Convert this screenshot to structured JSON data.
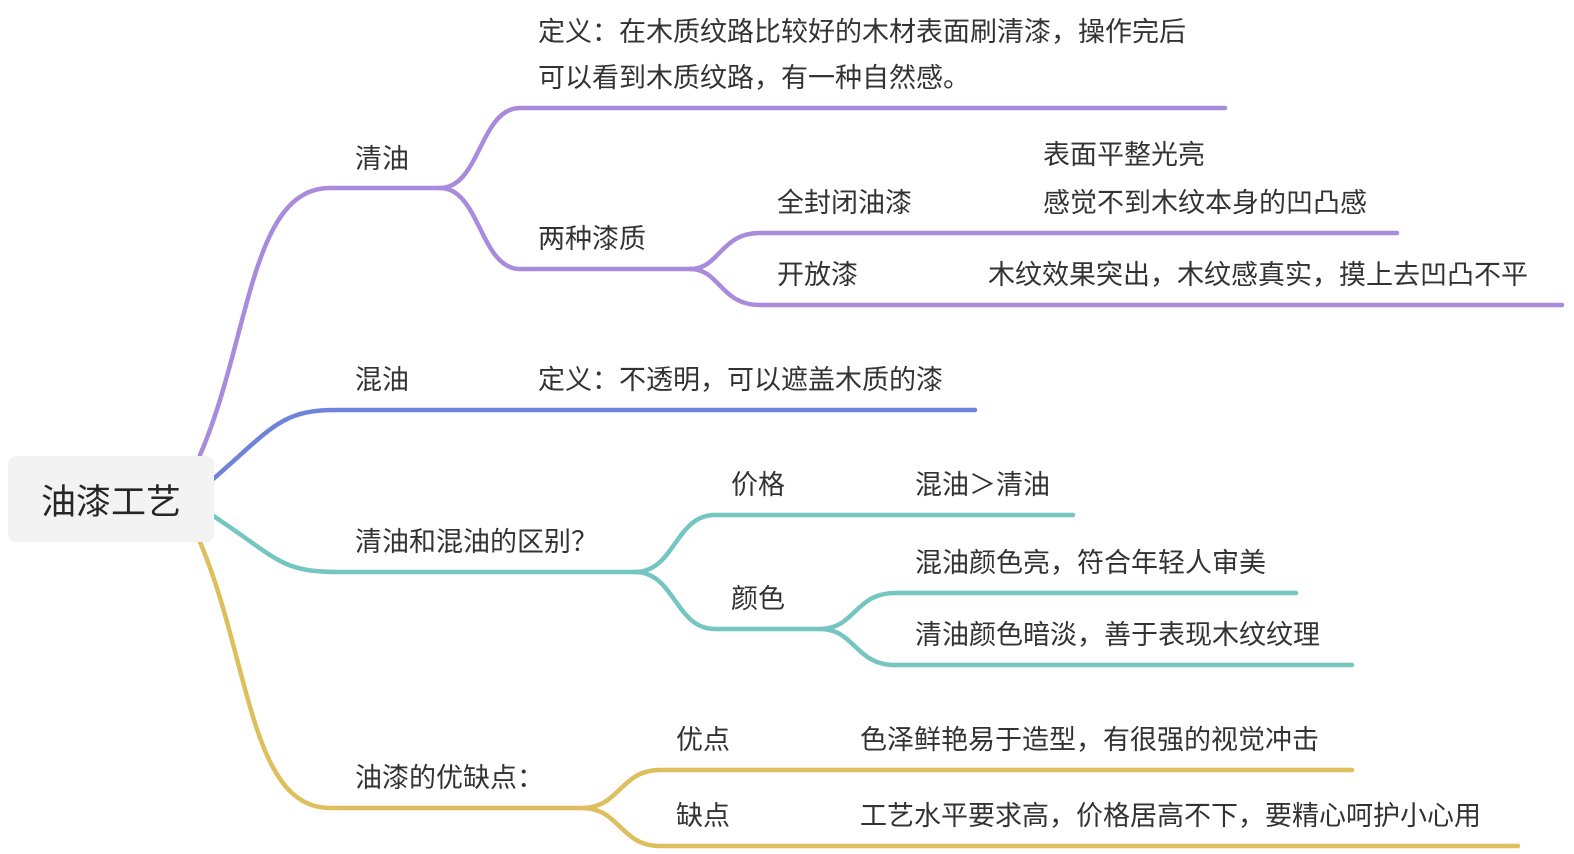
{
  "root": {
    "label": "油漆工艺"
  },
  "colors": {
    "qingyou": "#a98bdc",
    "hunyou": "#6f84d8",
    "difference": "#75c5c0",
    "pros_cons": "#dfbe5e"
  },
  "branches": {
    "qingyou": {
      "label": "清油",
      "definition": {
        "line1": "定义：在木质纹路比较好的木材表面刷清漆，操作完后",
        "line2": "可以看到木质纹路，有一种自然感。"
      },
      "types": {
        "label": "两种漆质",
        "closed": {
          "label": "全封闭油漆",
          "desc1": "表面平整光亮",
          "desc2": "感觉不到木纹本身的凹凸感"
        },
        "open": {
          "label": "开放漆",
          "desc": "木纹效果突出，木纹感真实，摸上去凹凸不平"
        }
      }
    },
    "hunyou": {
      "label": "混油",
      "definition": "定义：不透明，可以遮盖木质的漆"
    },
    "difference": {
      "label": "清油和混油的区别？",
      "price": {
        "label": "价格",
        "value": "混油＞清油"
      },
      "color": {
        "label": "颜色",
        "item1": "混油颜色亮，符合年轻人审美",
        "item2": "清油颜色暗淡，善于表现木纹纹理"
      }
    },
    "pros_cons": {
      "label": "油漆的优缺点：",
      "pros": {
        "label": "优点",
        "value": "色泽鲜艳易于造型，有很强的视觉冲击"
      },
      "cons": {
        "label": "缺点",
        "value": "工艺水平要求高，价格居高不下，要精心呵护小心用"
      }
    }
  }
}
